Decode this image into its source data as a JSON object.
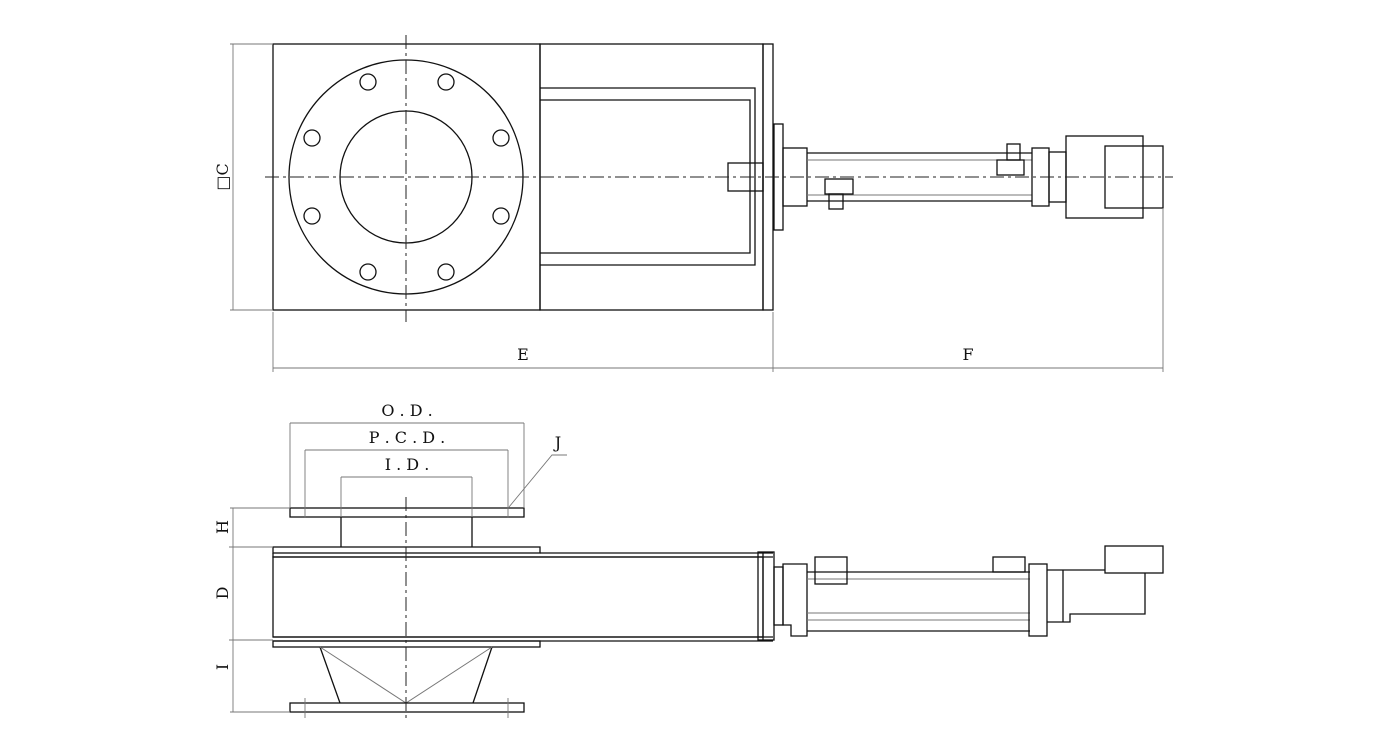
{
  "dimensions": {
    "c_label": "□C",
    "e_label": "E",
    "f_label": "F",
    "od_label": "O . D .",
    "pcd_label": "P . C . D .",
    "id_label": "I . D .",
    "j_label": "J",
    "h_label": "H",
    "d_label": "D",
    "i_label": "I"
  }
}
